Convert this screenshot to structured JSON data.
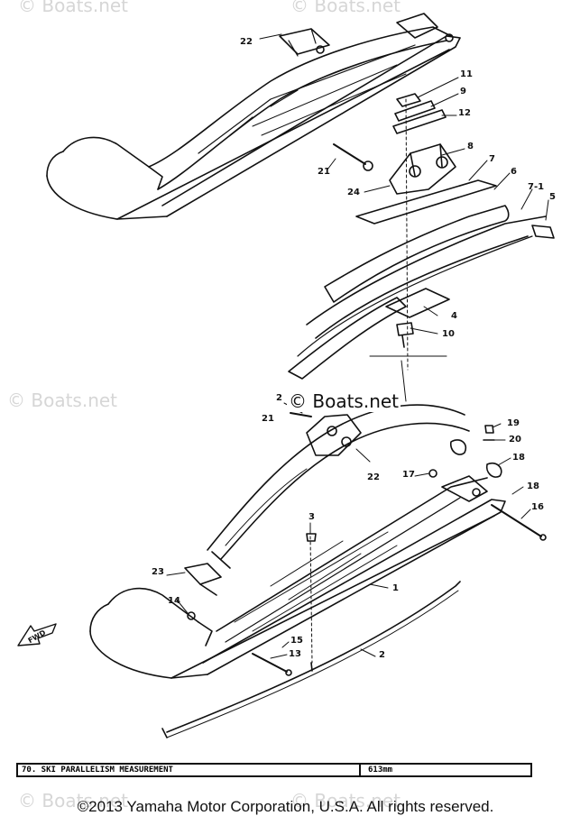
{
  "watermarks": [
    "© Boats.net",
    "© Boats.net",
    "© Boats.net",
    "© Boats.net",
    "© Boats.net"
  ],
  "center_watermark": "© Boats.net",
  "callouts": [
    "22",
    "11",
    "9",
    "12",
    "8",
    "7",
    "6",
    "7-1",
    "5",
    "21",
    "24",
    "4",
    "10",
    "2",
    "21",
    "19",
    "20",
    "18",
    "22",
    "17",
    "16",
    "18",
    "3",
    "23",
    "1",
    "14",
    "15",
    "13",
    "2"
  ],
  "fwd_label": "FWD",
  "spec_table": {
    "label": "70. SKI PARALLELISM MEASUREMENT",
    "value": "613mm"
  },
  "copyright": "©2013 Yamaha Motor Corporation, U.S.A. All rights reserved."
}
